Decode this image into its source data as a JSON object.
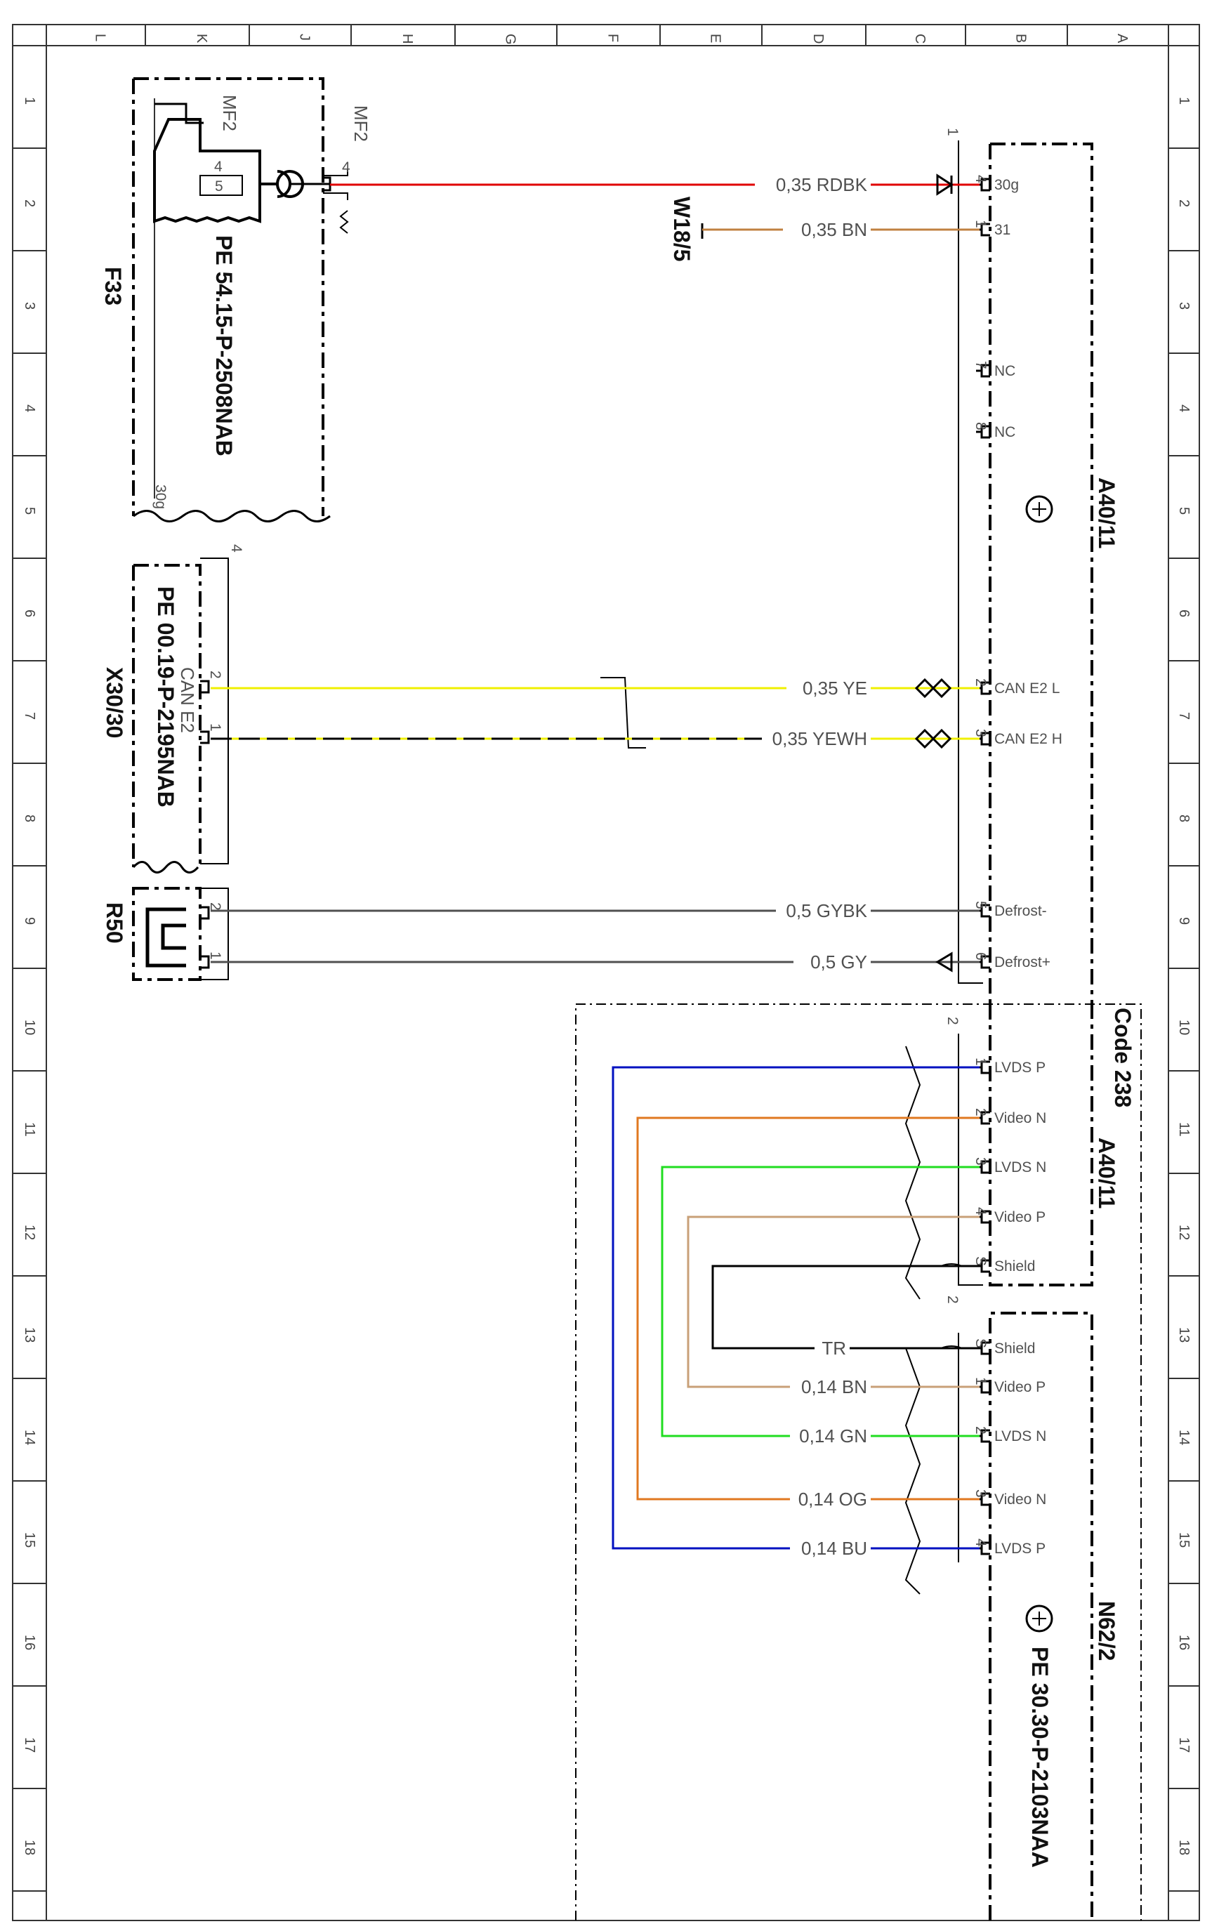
{
  "grid": {
    "columns": [
      "L",
      "K",
      "J",
      "H",
      "G",
      "F",
      "E",
      "D",
      "C",
      "B",
      "A"
    ],
    "rows": [
      "1",
      "2",
      "3",
      "4",
      "5",
      "6",
      "7",
      "8",
      "9",
      "10",
      "11",
      "12",
      "13",
      "14",
      "15",
      "16",
      "17",
      "18"
    ]
  },
  "components": {
    "f33": {
      "name": "F33",
      "ref": "PE 54.15-P-2508NAB",
      "connector": "MF2",
      "connector2": "MF2",
      "pin_outer": "4",
      "pin_inner": "4",
      "fuse": "5",
      "term": "30g"
    },
    "x30_30": {
      "name": "X30/30",
      "ref": "PE 00.19-P-2195NAB",
      "bus": "CAN E2",
      "count": "4",
      "pin_a": "2",
      "pin_b": "1"
    },
    "r50": {
      "name": "R50",
      "pin_a": "2",
      "pin_b": "1"
    },
    "a40_11": {
      "name": "A40/11",
      "conn1": "1",
      "conn2": "2"
    },
    "a40_11_b": {
      "name": "A40/11"
    },
    "code": "Code 238",
    "n62_2": {
      "name": "N62/2",
      "ref": "PE 30.30-P-2103NAA",
      "conn": "2"
    },
    "w18_5": "W18/5"
  },
  "a40_pins": [
    {
      "num": "4",
      "label": "30g"
    },
    {
      "num": "1",
      "label": "31"
    },
    {
      "num": "7",
      "label": "NC"
    },
    {
      "num": "8",
      "label": "NC"
    },
    {
      "num": "2",
      "label": "CAN E2 L"
    },
    {
      "num": "3",
      "label": "CAN E2 H"
    },
    {
      "num": "5",
      "label": "Defrost-"
    },
    {
      "num": "6",
      "label": "Defrost+"
    }
  ],
  "a40_video_pins": [
    {
      "num": "1",
      "label": "LVDS P"
    },
    {
      "num": "2",
      "label": "Video N"
    },
    {
      "num": "3",
      "label": "LVDS N"
    },
    {
      "num": "4",
      "label": "Video P"
    },
    {
      "num": "S",
      "label": "Shield"
    }
  ],
  "n62_pins": [
    {
      "num": "S",
      "label": "Shield"
    },
    {
      "num": "1",
      "label": "Video P"
    },
    {
      "num": "2",
      "label": "LVDS N"
    },
    {
      "num": "3",
      "label": "Video N"
    },
    {
      "num": "4",
      "label": "LVDS P"
    }
  ],
  "wires": [
    {
      "label": "0,35  RDBK",
      "color": "#e00000"
    },
    {
      "label": "0,35  BN",
      "color": "#c08040"
    },
    {
      "label": "0,35  YE",
      "color": "#f0f000"
    },
    {
      "label": "0,35  YEWH",
      "color": "#f0f000"
    },
    {
      "label": "0,5  GYBK",
      "color": "#505050"
    },
    {
      "label": "0,5  GY",
      "color": "#505050"
    },
    {
      "label": "TR",
      "color": "#000000"
    },
    {
      "label": "0,14  BN",
      "color": "#c8a078"
    },
    {
      "label": "0,14  GN",
      "color": "#20dd20"
    },
    {
      "label": "0,14  OG",
      "color": "#e07820"
    },
    {
      "label": "0,14  BU",
      "color": "#0010c0"
    }
  ]
}
